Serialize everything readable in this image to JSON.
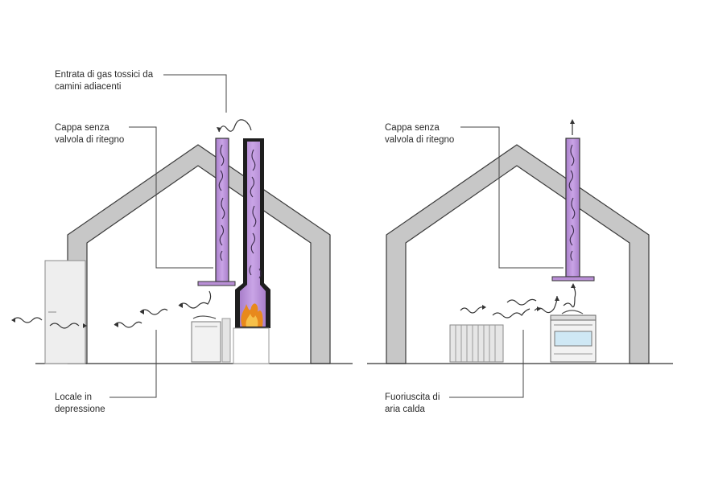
{
  "left_scene": {
    "label_toxic_gas": [
      "Entrata di gas tossici da",
      "camini adiacenti"
    ],
    "label_hood": [
      "Cappa senza",
      "valvola di ritegno"
    ],
    "label_room": [
      "Locale in",
      "depressione"
    ]
  },
  "right_scene": {
    "label_hood": [
      "Cappa senza",
      "valvola di ritegno"
    ],
    "label_warm_air": [
      "Fuoriuscita di",
      "aria calda"
    ]
  },
  "colors": {
    "wall": "#c7c7c7",
    "wall_stroke": "#3a3a3a",
    "flue": "#b98fd6",
    "fire": "#e8891c",
    "leader": "#444444"
  }
}
